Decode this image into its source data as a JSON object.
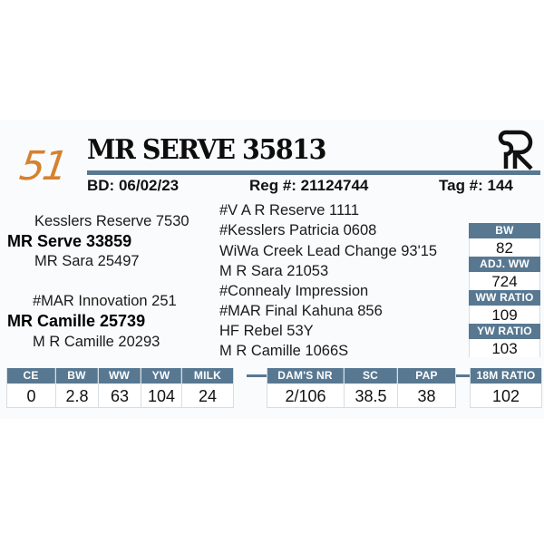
{
  "lot": {
    "number": "51"
  },
  "header": {
    "name": "MR SERVE 35813",
    "bd": "BD: 06/02/23",
    "reg": "Reg #: 21124744",
    "tag": "Tag #: 144"
  },
  "pedigree": {
    "sire": {
      "sire": "Kesslers Reserve 7530",
      "name": "MR Serve 33859",
      "dam": "MR Sara 25497"
    },
    "dam": {
      "sire": "#MAR Innovation 251",
      "name": "MR Camille 25739",
      "dam": "M R Camille 20293"
    },
    "third_generation": [
      "#V A R Reserve 1111",
      "#Kesslers Patricia 0608",
      "WiWa Creek Lead Change 93'15",
      "M R Sara 21053",
      "#Connealy Impression",
      "#MAR Final Kahuna 856",
      "HF Rebel 53Y",
      "M R Camille 1066S"
    ]
  },
  "ratios": [
    {
      "label": "BW",
      "value": "82"
    },
    {
      "label": "ADJ. WW",
      "value": "724"
    },
    {
      "label": "WW RATIO",
      "value": "109"
    },
    {
      "label": "YW RATIO",
      "value": "103"
    },
    {
      "label": "18M RATIO",
      "value": "102"
    }
  ],
  "epds": [
    {
      "label": "CE",
      "value": "0"
    },
    {
      "label": "BW",
      "value": "2.8"
    },
    {
      "label": "WW",
      "value": "63"
    },
    {
      "label": "YW",
      "value": "104"
    },
    {
      "label": "MILK",
      "value": "24"
    }
  ],
  "dam_stats": [
    {
      "label": "DAM'S NR",
      "value": "2/106"
    },
    {
      "label": "SC",
      "value": "38.5"
    },
    {
      "label": "PAP",
      "value": "38"
    }
  ],
  "colors": {
    "accent": "#587892",
    "lot": "#d6812e"
  }
}
